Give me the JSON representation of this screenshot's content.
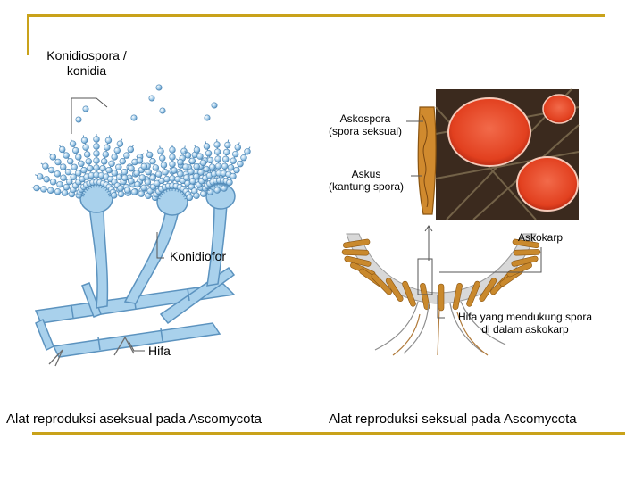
{
  "labels": {
    "konidiospora": "Konidiospora /",
    "konidia": "konidia",
    "askospora": "Askospora",
    "askospora_sub": "(spora seksual)",
    "askus": "Askus",
    "askus_sub": "(kantung spora)",
    "askokarp": "Askokarp",
    "konidiofor": "Konidiofor",
    "hifa_askokarp_1": "Hifa yang mendukung spora",
    "hifa_askokarp_2": "di dalam askokarp",
    "hifa": "Hifa"
  },
  "captions": {
    "aseksual": "Alat reproduksi aseksual pada Ascomycota",
    "seksual": "Alat reproduksi seksual pada Ascomycota"
  },
  "colors": {
    "frame": "#C9A21A",
    "hypha": "#A9D1EC",
    "hypha_outline": "#5C93BF",
    "cup_fungus": "#E8442A",
    "ascus": "#C9892D"
  }
}
